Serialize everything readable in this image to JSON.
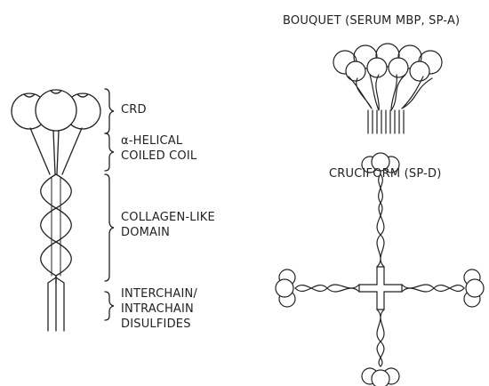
{
  "monomer": {
    "labels": {
      "crd": "CRD",
      "helical_line1": "α-HELICAL",
      "helical_line2": "COILED COIL",
      "collagen_line1": "COLLAGEN-LIKE",
      "collagen_line2": "DOMAIN",
      "disulfide_line1": "INTERCHAIN/",
      "disulfide_line2": "INTRACHAIN",
      "disulfide_line3": "DISULFIDES"
    }
  },
  "bouquet": {
    "title": "BOUQUET (SERUM MBP, SP-A)"
  },
  "cruciform": {
    "title": "CRUCIFORM (SP-D)"
  },
  "colors": {
    "ink": "#222222",
    "background": "#ffffff"
  }
}
